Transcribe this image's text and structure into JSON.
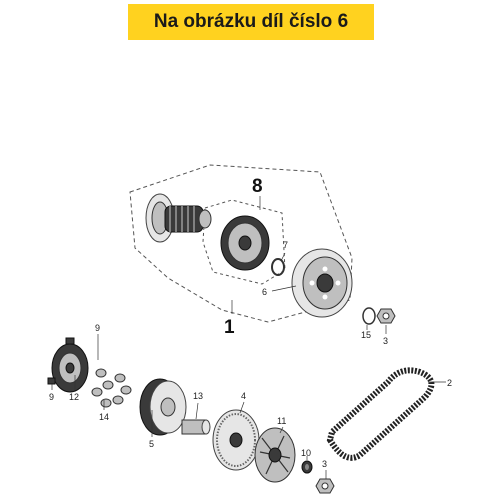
{
  "header": {
    "title": "Na obrázku díl číslo 6"
  },
  "callouts": {
    "c8": "8",
    "c7": "7",
    "c6": "6",
    "c1": "1",
    "c15": "15",
    "c3a": "3",
    "c9a": "9",
    "c12": "12",
    "c9b": "9",
    "c14": "14",
    "c5": "5",
    "c13": "13",
    "c4": "4",
    "c11": "11",
    "c10": "10",
    "c3b": "3",
    "c2": "2"
  },
  "colors": {
    "banner": "#ffd21f",
    "parts": "#bfbfbf",
    "dark_parts": "#3a3a3a"
  }
}
